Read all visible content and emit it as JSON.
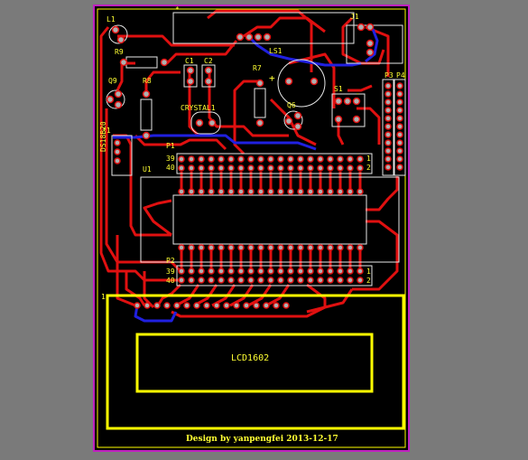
{
  "board": {
    "footer": "Design by yanpengfei 2013-12-17",
    "components": {
      "l1": "L1",
      "r9": "R9",
      "c1": "C1",
      "c2": "C2",
      "r7": "R7",
      "ls1": "LS1",
      "j1": "J1",
      "q9": "Q9",
      "r8": "R8",
      "crystal1": "CRYSTAL1",
      "q6": "Q6",
      "s1": "S1",
      "p3": "P3",
      "p4": "P4",
      "p1": "P1",
      "u1": "U1",
      "p2": "P2",
      "ds": "DS18B20",
      "lcd": "LCD1602"
    },
    "pin_markers": {
      "star_top": "*",
      "star_left": "*1",
      "p1_left_top": "39",
      "p1_left_bottom": "40",
      "p1_right_top": "1",
      "p1_right_bottom": "2",
      "p2_left_top": "39",
      "p2_left_bottom": "40",
      "p2_right_top": "1",
      "p2_right_bottom": "2",
      "lcd_pin1": "1",
      "plus": "+",
      "minus": "-"
    }
  }
}
